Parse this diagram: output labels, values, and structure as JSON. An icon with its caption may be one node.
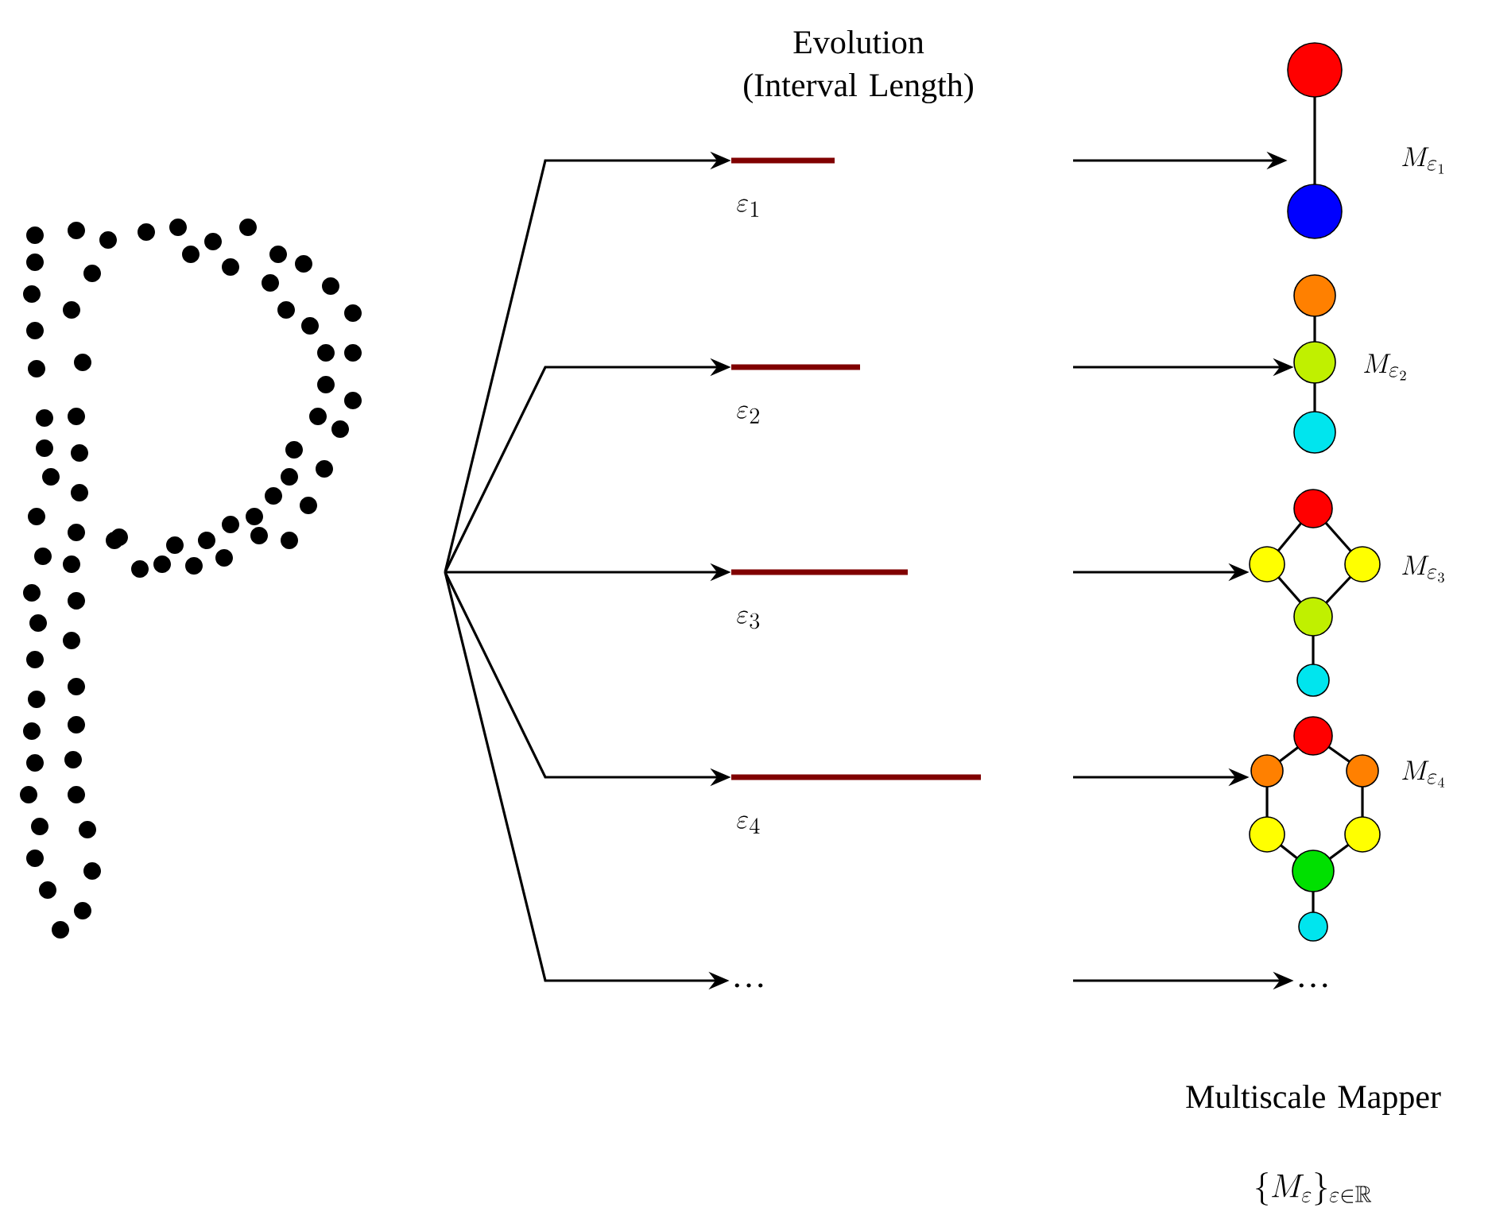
{
  "diagram": {
    "nodes": [
      {
        "text": [],
        "shape": "bar",
        "beside": [
          "\\varepsilon_1"
        ]
      },
      {
        "text": [],
        "shape": "bar",
        "beside": [
          "\\varepsilon_2"
        ]
      },
      {
        "text": [],
        "shape": "bar",
        "beside": [
          "\\varepsilon_3"
        ]
      },
      {
        "text": [],
        "shape": "bar",
        "beside": [
          "\\varepsilon_4"
        ]
      },
      {
        "text": [
          "…"
        ]
      },
      {
        "text": [],
        "shape": "graph",
        "beside": [
          "M_{\\varepsilon_1}"
        ]
      },
      {
        "text": [],
        "shape": "graph",
        "beside": [
          "M_{\\varepsilon_2}"
        ]
      },
      {
        "text": [],
        "shape": "graph",
        "beside": [
          "M_{\\varepsilon_3}"
        ]
      },
      {
        "text": [],
        "shape": "graph",
        "beside": [
          "M_{\\varepsilon_4}"
        ]
      },
      {
        "text": [
          "…"
        ]
      }
    ],
    "edges": [
      {
        "from": null,
        "to": 0,
        "arrow": "to"
      },
      {
        "from": null,
        "to": 1,
        "arrow": "to"
      },
      {
        "from": null,
        "to": 2,
        "arrow": "to"
      },
      {
        "from": null,
        "to": 3,
        "arrow": "to"
      },
      {
        "from": null,
        "to": 4,
        "arrow": "to"
      },
      {
        "from": null,
        "to": 5,
        "arrow": "to"
      },
      {
        "from": null,
        "to": 6,
        "arrow": "to"
      },
      {
        "from": null,
        "to": 7,
        "arrow": "to"
      },
      {
        "from": null,
        "to": 8,
        "arrow": "to"
      },
      {
        "from": null,
        "to": 9,
        "arrow": "to"
      }
    ],
    "labels": [
      "Evolution (Interval Length)",
      "Multiscale Mapper",
      "\\{M_\\varepsilon\\}_{\\varepsilon\\in\\mathbb{R}}"
    ]
  }
}
